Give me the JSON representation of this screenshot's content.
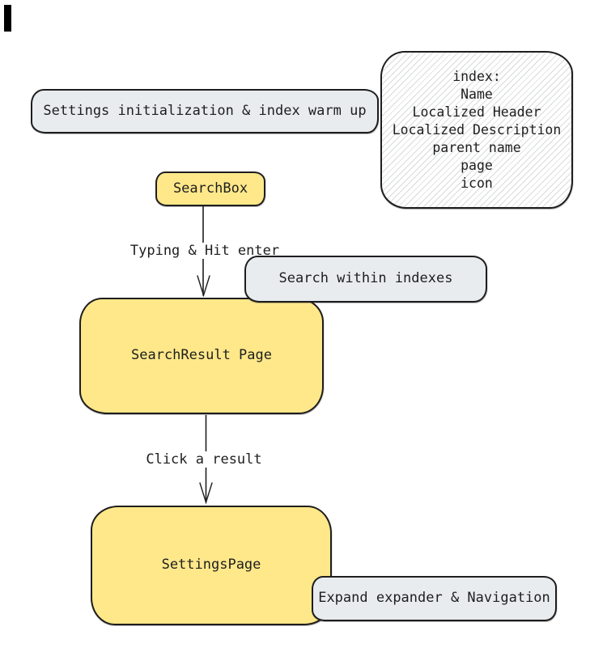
{
  "colors": {
    "background": "#ffffff",
    "stroke": "#1e1e1e",
    "yellow_fill": "#ffe88a",
    "gray_fill": "#e9ecef",
    "hatch_line": "#d8dadc",
    "artifact_bar": "#000000"
  },
  "diagram": {
    "nodes": [
      {
        "id": "settings-init",
        "type": "note-gray",
        "label": "Settings initialization & index warm up"
      },
      {
        "id": "index-fields",
        "type": "hatched",
        "lines": [
          "index:",
          "Name",
          "Localized Header",
          "Localized Description",
          "parent name",
          "page",
          "icon"
        ]
      },
      {
        "id": "searchbox",
        "type": "process-yellow",
        "label": "SearchBox"
      },
      {
        "id": "search-within",
        "type": "note-gray",
        "label": "Search within indexes"
      },
      {
        "id": "search-result",
        "type": "process-yellow",
        "label": "SearchResult Page"
      },
      {
        "id": "settings-page",
        "type": "process-yellow",
        "label": "SettingsPage"
      },
      {
        "id": "expand-nav",
        "type": "note-gray",
        "label": "Expand expander & Navigation"
      }
    ],
    "edges": [
      {
        "from": "searchbox",
        "to": "search-result",
        "label": "Typing & Hit enter"
      },
      {
        "from": "search-result",
        "to": "settings-page",
        "label": "Click a result"
      }
    ]
  }
}
